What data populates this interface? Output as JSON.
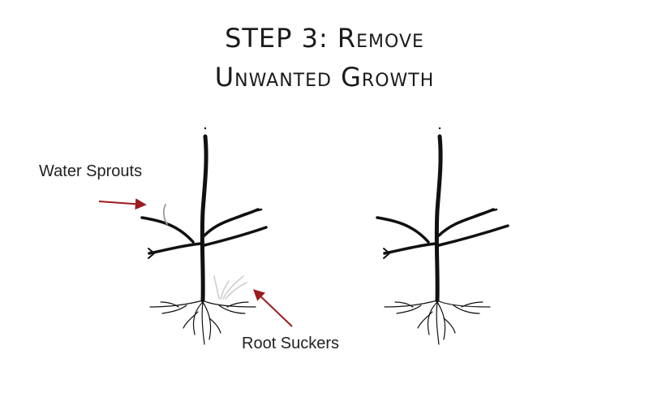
{
  "title": {
    "line1": "STEP 3: Remove",
    "line2": "Unwanted Growth"
  },
  "labels": {
    "water_sprouts": "Water Sprouts",
    "root_suckers": "Root Suckers"
  },
  "colors": {
    "tree": "#111111",
    "arrow": "#9b1b1e",
    "sprout": "#9a9a9a",
    "sucker": "#cfcfcf",
    "text": "#222222"
  }
}
